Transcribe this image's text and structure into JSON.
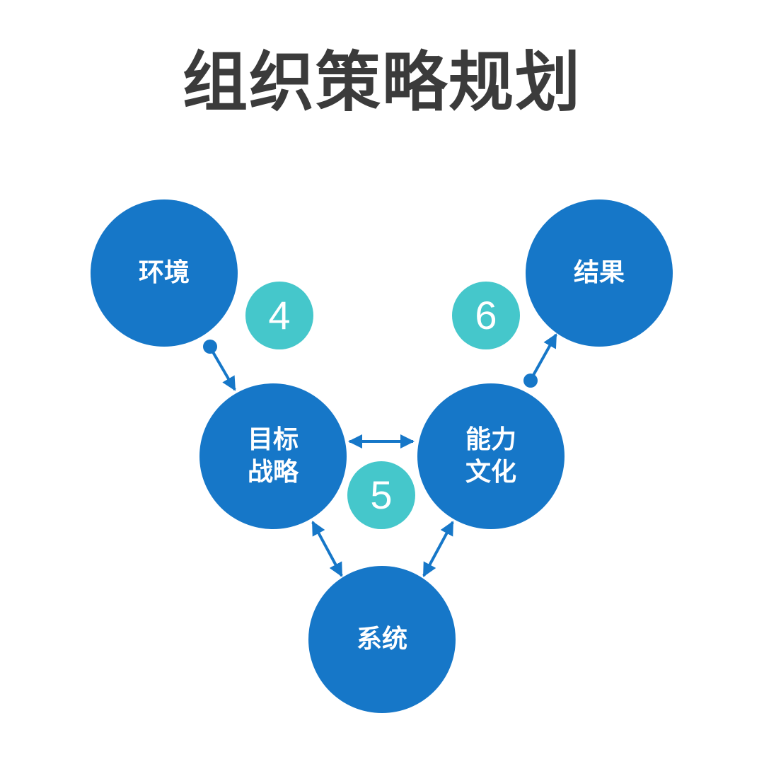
{
  "title": "组织策略规划",
  "nodes": {
    "environment": "环境",
    "result": "结果",
    "goal_line1": "目标",
    "goal_line2": "战略",
    "capability_line1": "能力",
    "capability_line2": "文化",
    "system": "系统"
  },
  "badges": {
    "four": "4",
    "five": "5",
    "six": "6"
  },
  "colors": {
    "node_fill": "#1677c8",
    "badge_fill": "#45c7cb",
    "title_text": "#3b3b3b",
    "connector": "#1677c8"
  }
}
